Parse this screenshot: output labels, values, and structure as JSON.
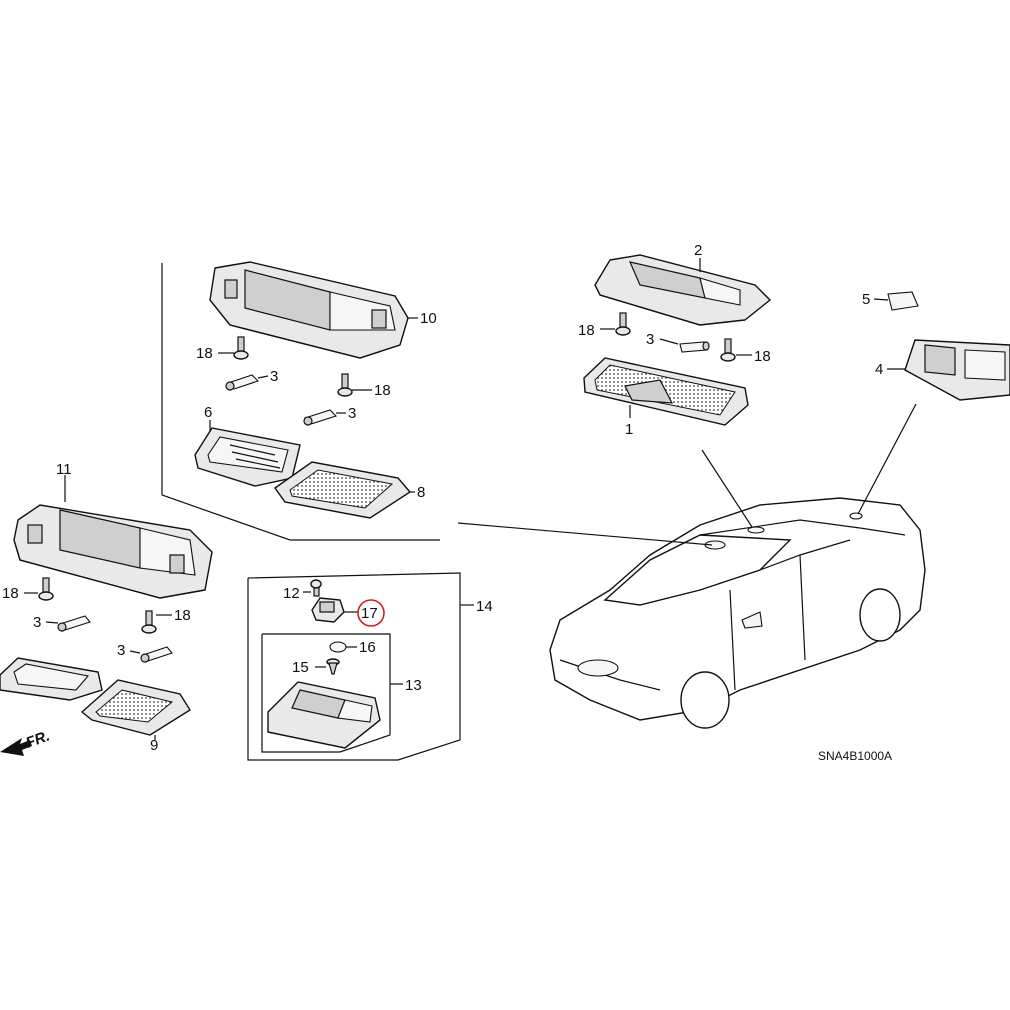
{
  "diagram_code": "SNA4B1000A",
  "direction_label": "FR.",
  "highlight_color": "#cc1f1f",
  "callouts": {
    "p1": "1",
    "p2": "2",
    "p3a": "3",
    "p3b": "3",
    "p3c": "3",
    "p3d": "3",
    "p3e": "3",
    "p4": "4",
    "p5": "5",
    "p6": "6",
    "p8": "8",
    "p9": "9",
    "p10": "10",
    "p11": "11",
    "p12": "12",
    "p13": "13",
    "p14": "14",
    "p15": "15",
    "p16": "16",
    "p17": "17",
    "p18a": "18",
    "p18b": "18",
    "p18c": "18",
    "p18d": "18",
    "p18e": "18",
    "p18f": "18"
  }
}
